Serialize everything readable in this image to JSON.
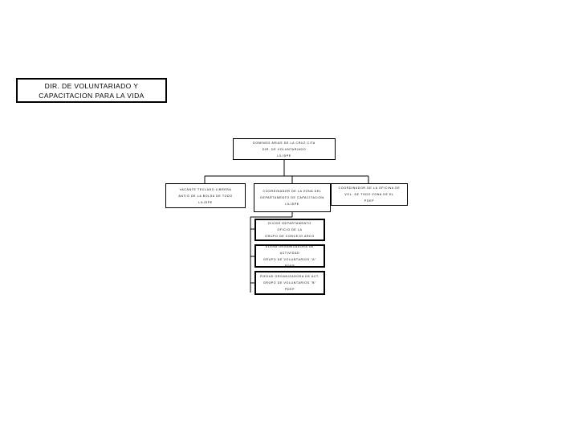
{
  "diagram": {
    "title": "DIR. DE VOLUNTARIADO Y\nCAPACITACION PARA LA VIDA",
    "nodes": [
      {
        "id": "root",
        "text": "DOMINGO ARIAS DE LA CRUZ CITA\nDIR. DE VOLUNTARIADO\nLILIDPE"
      },
      {
        "id": "left",
        "text": "VACANTE TECLADO LIBRERA\nANTIG DE LA BOLSA DE TODO\nLILIDPE"
      },
      {
        "id": "center",
        "text": "COORDINADOR DE LA ZONA DEL\nDEPARTAMENTO DE CAPACITACION\nLILIDPE"
      },
      {
        "id": "right",
        "text": "COORDINADOR DE LA OFICINA DE\nVOL. DE TODO ZONA DE EL\nPDEP"
      },
      {
        "id": "sub1",
        "text": "DIVIDE DEPARTAMENTO\nOFICIO DE LA\nGRUPO DE CONCEJO ARCO"
      },
      {
        "id": "sub2",
        "text": "ELENA ORGANIZADORA DE ACTIVIDAD\nGRUPO DE VOLUNTARIOS \"A\"\nPDEP"
      },
      {
        "id": "sub3",
        "text": "PIEDAD ORGANIZADORA DE ACT.\nGRUPO DE VOLUNTARIOS \"B\"\nPDEP"
      }
    ]
  }
}
